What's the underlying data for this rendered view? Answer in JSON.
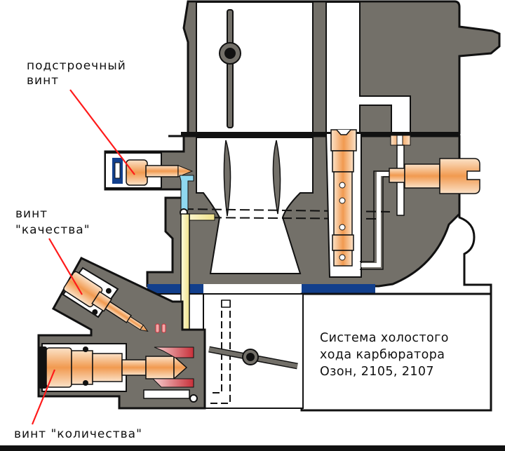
{
  "title": "Система холостого хода карбюратора Озон, 2105, 2107",
  "labels": {
    "trim_screw": [
      "подстроечный",
      "винт"
    ],
    "quality_screw": [
      "винт",
      "\"качества\""
    ],
    "quantity_screw": "винт \"количества\""
  },
  "caption": {
    "line1": "Система холостого",
    "line2": "хода карбюратора",
    "line3": "Озон, 2105, 2107"
  },
  "colors": {
    "body": "#737069",
    "outline": "#111111",
    "brass": "#f0a060",
    "gasket": "#123f8c",
    "fuel_channel": "#f4eeb0",
    "air_channel": "#8fd8f0",
    "red_part": "#c8303a",
    "leader_line": "#ff0000"
  }
}
